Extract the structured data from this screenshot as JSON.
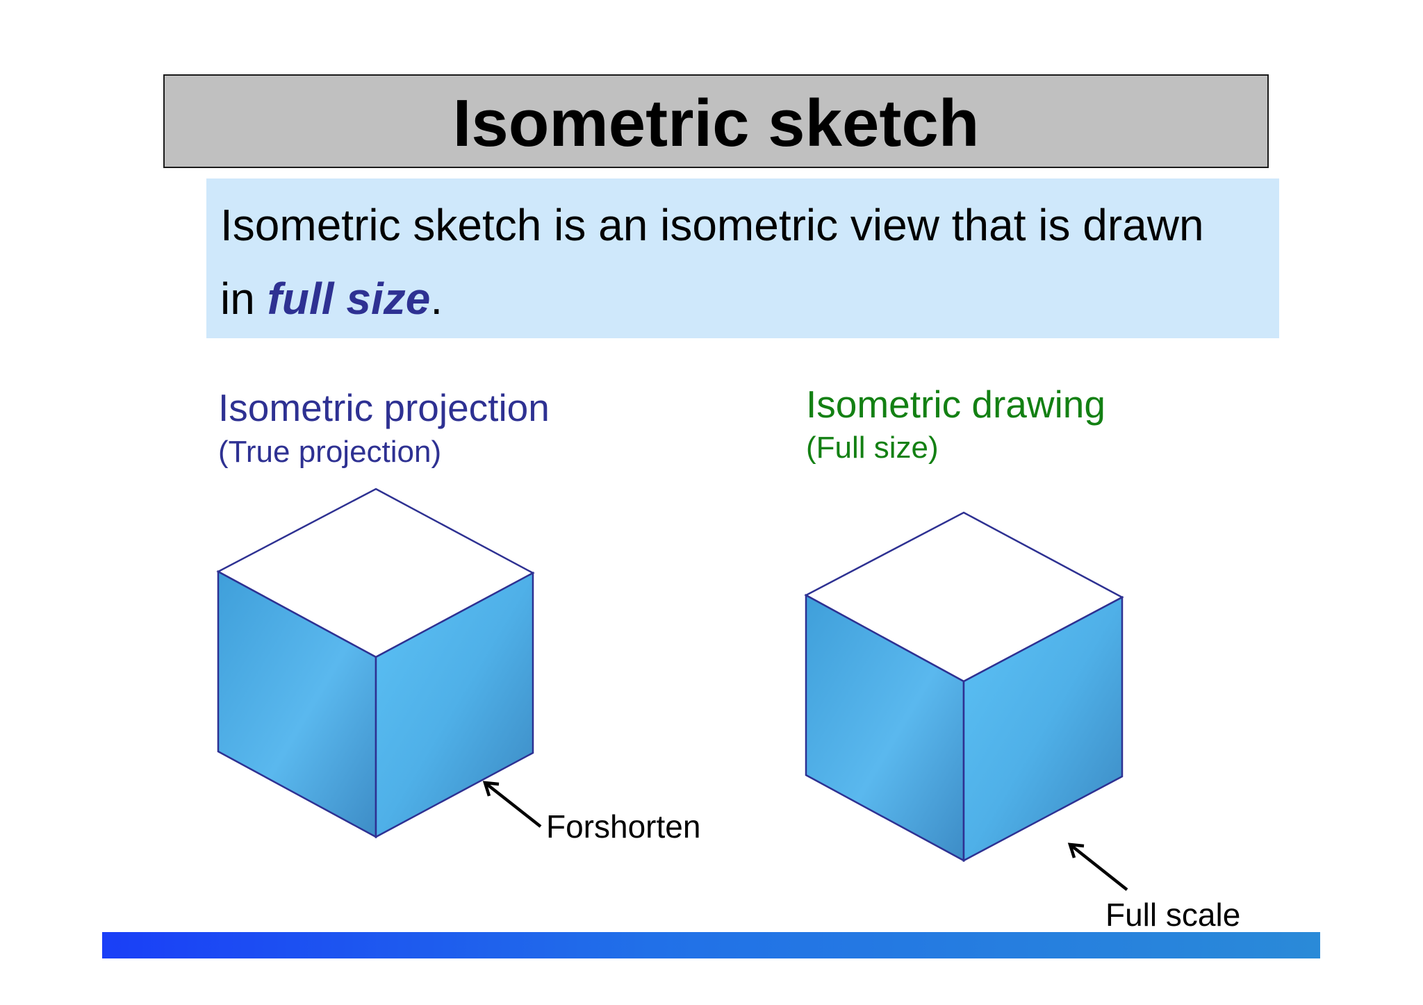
{
  "slide": {
    "title": "Isometric sketch",
    "definition": {
      "line1": "Isometric sketch is an isometric view that is drawn",
      "line2_prefix": "in ",
      "line2_emphasis": "full size",
      "line2_suffix": "."
    },
    "left_panel": {
      "heading": "Isometric projection",
      "subheading": "(True projection)",
      "callout": "Forshorten"
    },
    "right_panel": {
      "heading": "Isometric drawing",
      "subheading": "(Full size)",
      "callout": "Full scale"
    }
  },
  "colors": {
    "title_box": "#c0c0c0",
    "definition_box": "#cfe8fb",
    "emphasis": "#2e3192",
    "left_heading": "#2e3192",
    "right_heading": "#138013",
    "cube_edge": "#2e3192",
    "cube_face": "#4fb3ee",
    "bottom_bar_start": "#1a3ff7",
    "bottom_bar_end": "#2a8ad8"
  }
}
